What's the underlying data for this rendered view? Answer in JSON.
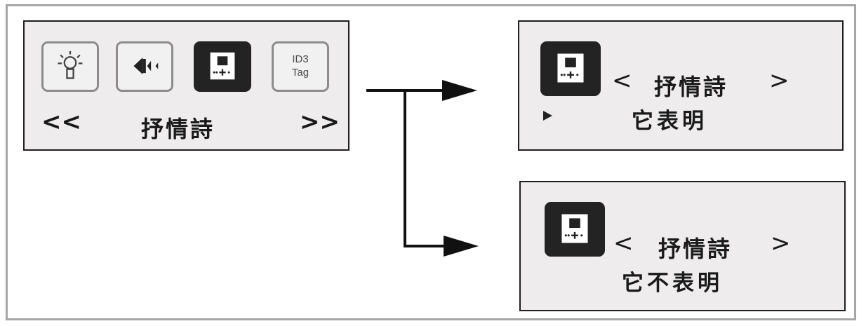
{
  "main_menu": {
    "icons": [
      {
        "name": "lightbulb-icon"
      },
      {
        "name": "speaker-icon"
      },
      {
        "name": "display-icon"
      },
      {
        "name": "id3-tag-icon",
        "label": "ID3\nTag"
      }
    ],
    "prev": "<<",
    "next": ">>",
    "title": "抒情詩"
  },
  "submenu_top": {
    "icon": "display-icon",
    "left_arrow": "<",
    "right_arrow": ">",
    "title": "抒情詩",
    "value": "它表明",
    "cursor_icon": "play-cursor-icon"
  },
  "submenu_bottom": {
    "icon": "display-icon",
    "left_arrow": "<",
    "right_arrow": ">",
    "title": "抒情詩",
    "value": "它不表明"
  },
  "colors": {
    "panel_bg": "#eeecec",
    "border": "#1f1f1f",
    "frame": "#a6a6a6",
    "icon_dark": "#232323"
  }
}
